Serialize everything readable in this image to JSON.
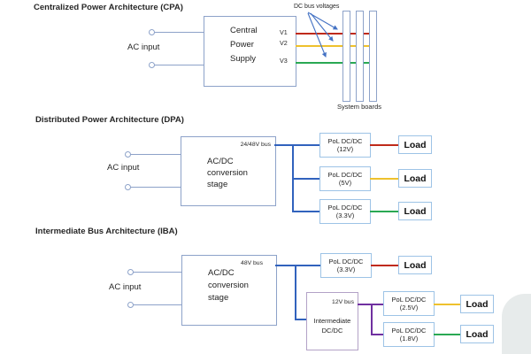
{
  "colors": {
    "v1_red": "#bf2a1a",
    "v2_yellow": "#eec12d",
    "v3_green": "#2aa853",
    "bus_blue": "#3162bd",
    "bus_purple": "#7030a0",
    "wire_gray_blue": "#8da2c9",
    "pol_box_border": "#9dc3e6",
    "intermediate_box_border": "#b3a2c7",
    "arrow_blue": "#4472c4"
  },
  "cpa": {
    "title": "Centralized  Power Architecture (CPA)",
    "ac_input_label": "AC input",
    "supply_box_lines": [
      "Central",
      "Power",
      "Supply"
    ],
    "output_labels": [
      "V1",
      "V2",
      "V3"
    ],
    "dc_bus_voltages_label": "DC bus voltages",
    "system_boards_label": "System boards"
  },
  "dpa": {
    "title": "Distributed Power Architecture (DPA)",
    "ac_input_label": "AC input",
    "converter_box_lines": [
      "AC/DC",
      "conversion",
      "stage"
    ],
    "bus_label": "24/48V bus",
    "rails": [
      {
        "pol_name": "PoL DC/DC",
        "pol_voltage": "(12V)",
        "load_label": "Load"
      },
      {
        "pol_name": "PoL DC/DC",
        "pol_voltage": "(5V)",
        "load_label": "Load"
      },
      {
        "pol_name": "PoL DC/DC",
        "pol_voltage": "(3.3V)",
        "load_label": "Load"
      }
    ]
  },
  "iba": {
    "title": "Intermediate Bus Architecture (IBA)",
    "ac_input_label": "AC input",
    "converter_box_lines": [
      "AC/DC",
      "conversion",
      "stage"
    ],
    "bus_label": "48V bus",
    "direct_rail": {
      "pol_name": "PoL DC/DC",
      "pol_voltage": "(3.3V)",
      "load_label": "Load"
    },
    "intermediate": {
      "bus_label": "12V bus",
      "name_lines": [
        "Intermediate",
        "DC/DC"
      ]
    },
    "sub_rails": [
      {
        "pol_name": "PoL DC/DC",
        "pol_voltage": "(2.5V)",
        "load_label": "Load"
      },
      {
        "pol_name": "PoL DC/DC",
        "pol_voltage": "(1.8V)",
        "load_label": "Load"
      }
    ]
  }
}
